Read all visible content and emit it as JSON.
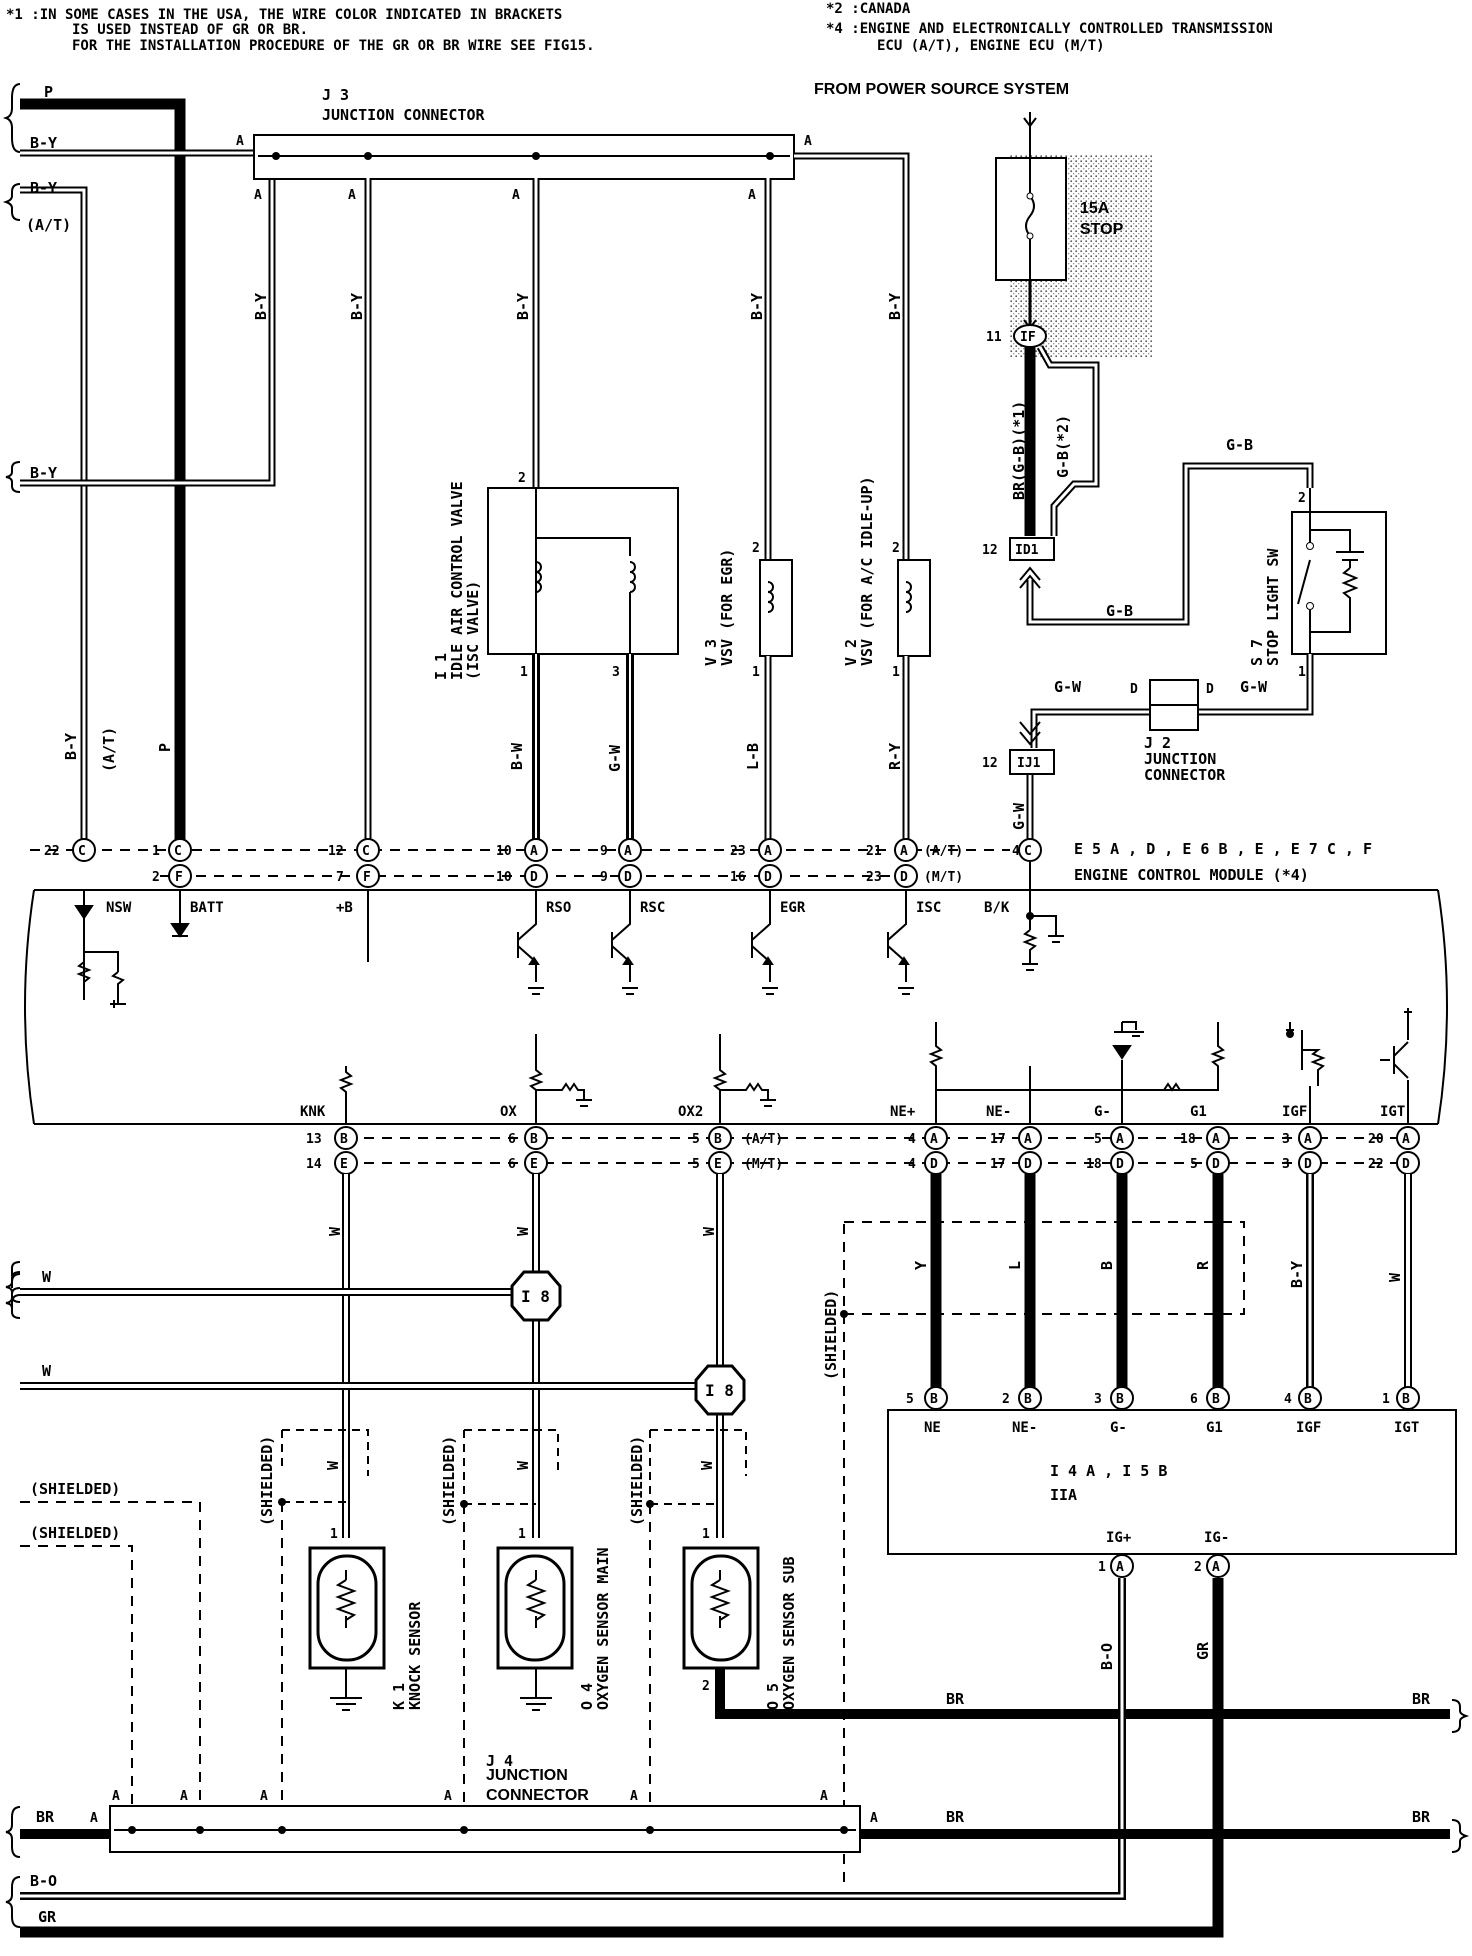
{
  "notes": {
    "n1_line1": "*1 :IN SOME CASES IN THE USA, THE WIRE COLOR INDICATED IN BRACKETS",
    "n1_line2": "IS USED INSTEAD OF GR OR BR.",
    "n1_line3": "FOR THE INSTALLATION PROCEDURE OF THE GR OR BR WIRE SEE FIG15.",
    "n2": "*2 :CANADA",
    "n4_line1": "*4 :ENGINE AND ELECTRONICALLY CONTROLLED TRANSMISSION",
    "n4_line2": "ECU (A/T), ENGINE ECU (M/T)"
  },
  "power": {
    "title": "FROM POWER SOURCE SYSTEM",
    "fuse_amp": "15A",
    "fuse_name": "STOP",
    "if_pin": "11",
    "if_label": "IF",
    "id_pin": "12",
    "id_label": "ID1",
    "ij_pin": "12",
    "ij_label": "IJ1",
    "wire_br": "BR(G-B)(*1)",
    "wire_gb2": "G-B(*2)"
  },
  "j3": {
    "id": "J 3",
    "name": "JUNCTION CONNECTOR",
    "pin": "A"
  },
  "j2": {
    "id": "J 2",
    "name1": "JUNCTION",
    "name2": "CONNECTOR",
    "pin": "D"
  },
  "j4": {
    "id": "J 4",
    "name1": "JUNCTION",
    "name2": "CONNECTOR",
    "pin": "A"
  },
  "stop_sw": {
    "id": "S 7",
    "name": "STOP LIGHT SW",
    "pin1": "1",
    "pin2": "2"
  },
  "isc": {
    "id": "I 1",
    "name1": "IDLE AIR CONTROL VALVE",
    "name2": "(ISC VALVE)",
    "pin1": "1",
    "pin2": "2",
    "pin3": "3"
  },
  "v3": {
    "id": "V 3",
    "name": "VSV (FOR EGR)",
    "pin1": "1",
    "pin2": "2"
  },
  "v2": {
    "id": "V 2",
    "name": "VSV (FOR A/C IDLE-UP)",
    "pin1": "1",
    "pin2": "2"
  },
  "ecm": {
    "title": "E 5 A , D , E 6 B , E , E 7 C , F",
    "name": "ENGINE CONTROL MODULE (*4)",
    "at": "(A/T)",
    "mt": "(M/T)",
    "top_labels": [
      "NSW",
      "BATT",
      "+B",
      "RSO",
      "RSC",
      "EGR",
      "ISC",
      "B/K"
    ],
    "bottom_labels": [
      "KNK",
      "OX",
      "OX2",
      "NE+",
      "NE-",
      "G-",
      "G1",
      "IGF",
      "IGT"
    ]
  },
  "igniter": {
    "name": "I 4 A , I 5 B",
    "sub": "IIA",
    "pins": [
      "NE",
      "NE-",
      "G-",
      "G1",
      "IGF",
      "IGT"
    ],
    "pin_nums": [
      "5",
      "2",
      "3",
      "6",
      "4",
      "1"
    ],
    "igp": "IG+",
    "igm": "IG-"
  },
  "sensors": {
    "knock": {
      "id": "K 1",
      "name": "KNOCK SENSOR"
    },
    "o4": {
      "id": "O 4",
      "name": "OXYGEN SENSOR MAIN"
    },
    "o5": {
      "id": "O 5",
      "name": "OXYGEN SENSOR SUB"
    }
  },
  "shielded": "(SHIELDED)",
  "wires": {
    "p": "P",
    "by": "B-Y",
    "at": "(A/T)",
    "bw": "B-W",
    "gw": "G-W",
    "lb": "L-B",
    "ry": "R-Y",
    "gb": "G-B",
    "w": "W",
    "y": "Y",
    "l": "L",
    "b": "B",
    "r": "R",
    "bo": "B-O",
    "gr": "GR",
    "br": "BR"
  },
  "splice": "I 8"
}
